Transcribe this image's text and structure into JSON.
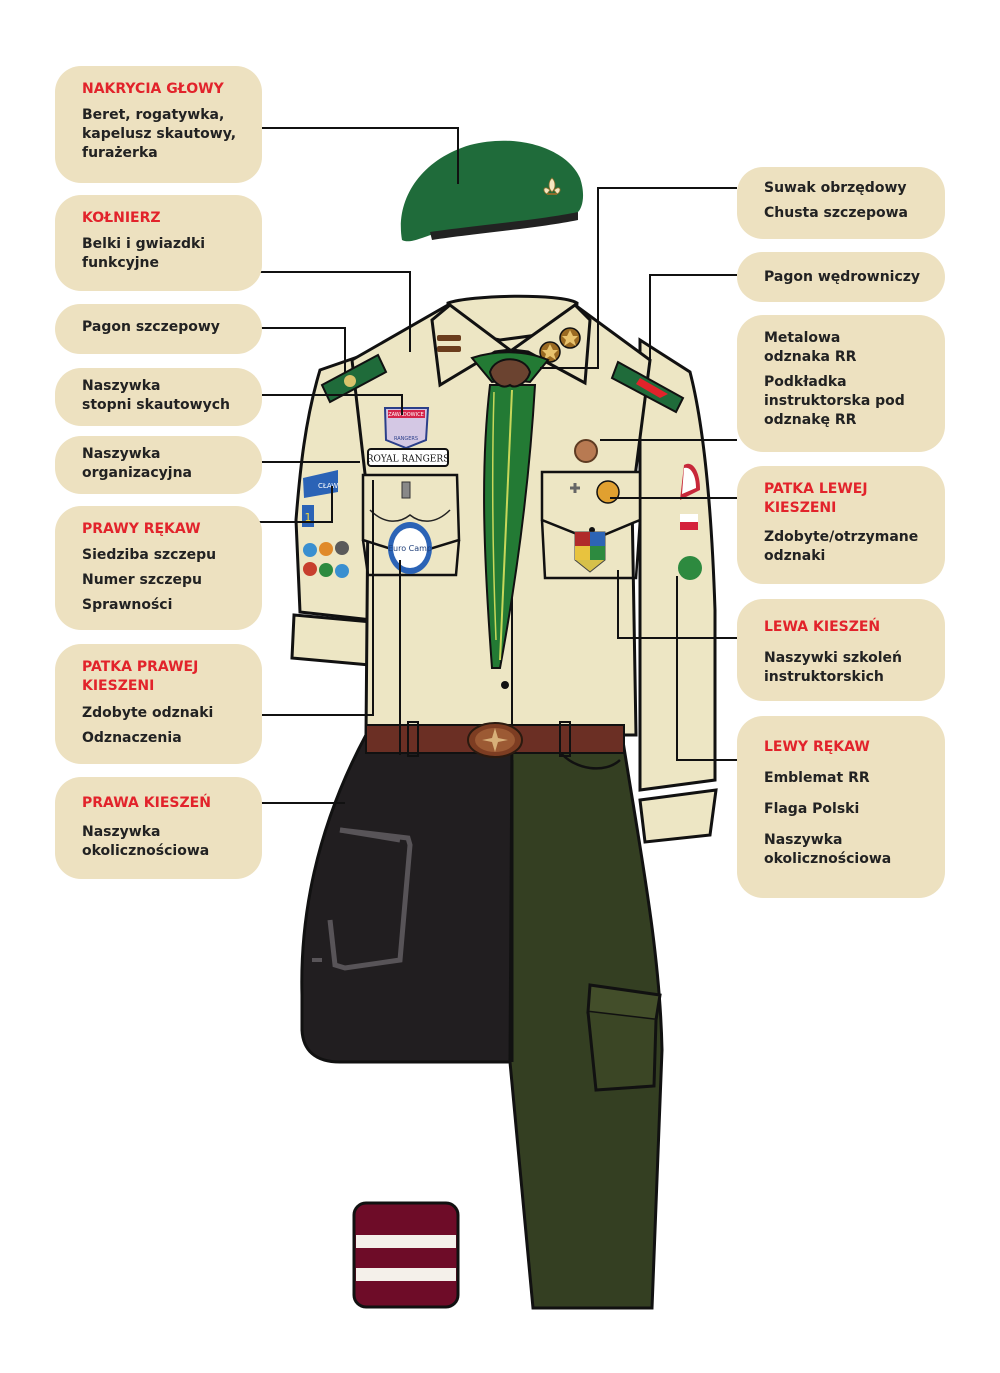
{
  "label_texts": {
    "nakrycia": {
      "title": "NAKRYCIA GŁOWY",
      "lines": [
        "Beret, rogatywka,",
        "kapelusz skautowy,",
        "furażerka"
      ]
    },
    "kolnierz": {
      "title": "KOŁNIERZ",
      "lines": [
        "Belki i gwiazdki",
        "funkcyjne"
      ]
    },
    "pagon_szczepowy": {
      "lines": [
        "Pagon szczepowy"
      ]
    },
    "naszywka_stopni": {
      "lines": [
        "Naszywka",
        "stopni skautowych"
      ]
    },
    "naszywka_organizacyjna": {
      "lines": [
        "Naszywka",
        "organizacyjna"
      ]
    },
    "prawy_rekaw": {
      "title": "PRAWY RĘKAW",
      "items": [
        "Siedziba szczepu",
        "Numer szczepu",
        "Sprawności"
      ]
    },
    "patka_prawej": {
      "title": "PATKA PRAWEJ KIESZENI",
      "title_lines": [
        "PATKA PRAWEJ",
        "KIESZENI"
      ],
      "items": [
        "Zdobyte odznaki",
        "Odznaczenia"
      ]
    },
    "prawa_kieszen": {
      "title": "PRAWA KIESZEŃ",
      "lines": [
        "Naszywka",
        "okolicznościowa"
      ]
    },
    "suwak": {
      "items": [
        "Suwak obrzędowy",
        "Chusta szczepowa"
      ]
    },
    "pagon_wedrowniczy": {
      "lines": [
        "Pagon wędrowniczy"
      ]
    },
    "metalowa": {
      "items_lines": [
        [
          "Metalowa",
          "odznaka RR"
        ],
        [
          "Podkładka",
          "instruktorska pod",
          "odznakę RR"
        ]
      ]
    },
    "patka_lewej": {
      "title": "PATKA LEWEJ KIESZENI",
      "title_lines": [
        "PATKA LEWEJ",
        "KIESZENI"
      ],
      "lines": [
        "Zdobyte/otrzymane",
        "odznaki"
      ]
    },
    "lewa_kieszen": {
      "title": "LEWA KIESZEŃ",
      "lines": [
        "Naszywki szkoleń",
        "instruktorskich"
      ]
    },
    "lewy_rekaw": {
      "title": "LEWY RĘKAW",
      "items_lines": [
        [
          "Emblemat RR"
        ],
        [
          "Flaga Polski"
        ],
        [
          "Naszywka",
          "okolicznościowa"
        ]
      ]
    }
  },
  "patch_text": {
    "royal_rangers": "ROYAL RANGERS",
    "zawadowice": "ZAWADOWICE",
    "rangers": "RANGERS",
    "claw": "CŁAW",
    "number": "1",
    "euro_camp": "Euro Camp"
  },
  "colors": {
    "label_bg": "#ede1c0",
    "title_red": "#e2232b",
    "shirt": "#ede6c4",
    "beret": "#1f6b3a",
    "scarf": "#237a34",
    "belt": "#6b2f24",
    "trouser_black": "#211e20",
    "trouser_green": "#343f22",
    "sock": "#6e0c28"
  }
}
